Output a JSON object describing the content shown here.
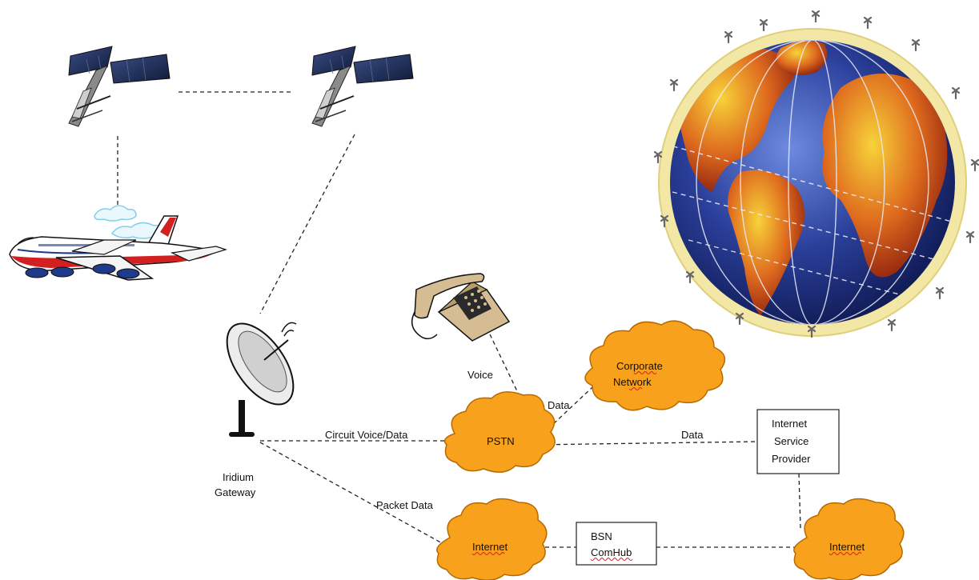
{
  "labels": {
    "voice": "Voice",
    "data_corporate": "Data",
    "data_isp": "Data",
    "circuit": "Circuit Voice/Data",
    "packet": "Packet Data",
    "gateway_line1": "Iridium",
    "gateway_line2": "Gateway"
  },
  "nodes": {
    "pstn": "PSTN",
    "corporate_line1": "Corporate",
    "corporate_line2": "Network",
    "internet_left": "Internet",
    "internet_right": "Internet",
    "isp_line1": "Internet",
    "isp_line2": "Service",
    "isp_line3": "Provider",
    "bsn_line1": "BSN",
    "bsn_line2": "ComHub"
  },
  "colors": {
    "cloud_fill": "#f7a11c",
    "cloud_stroke": "#b86a00",
    "ocean": "#2a3f9a",
    "land": "#d8651c",
    "sky": "#b8e4f5",
    "plane_red": "#d21f1f",
    "plane_body": "#ffffff",
    "dish": "#ececec",
    "phone": "#d5bc92"
  },
  "icons": [
    "satellite-icon",
    "airplane-icon",
    "globe-icon",
    "telephone-icon",
    "satellite-dish-icon",
    "cloud-icon"
  ]
}
